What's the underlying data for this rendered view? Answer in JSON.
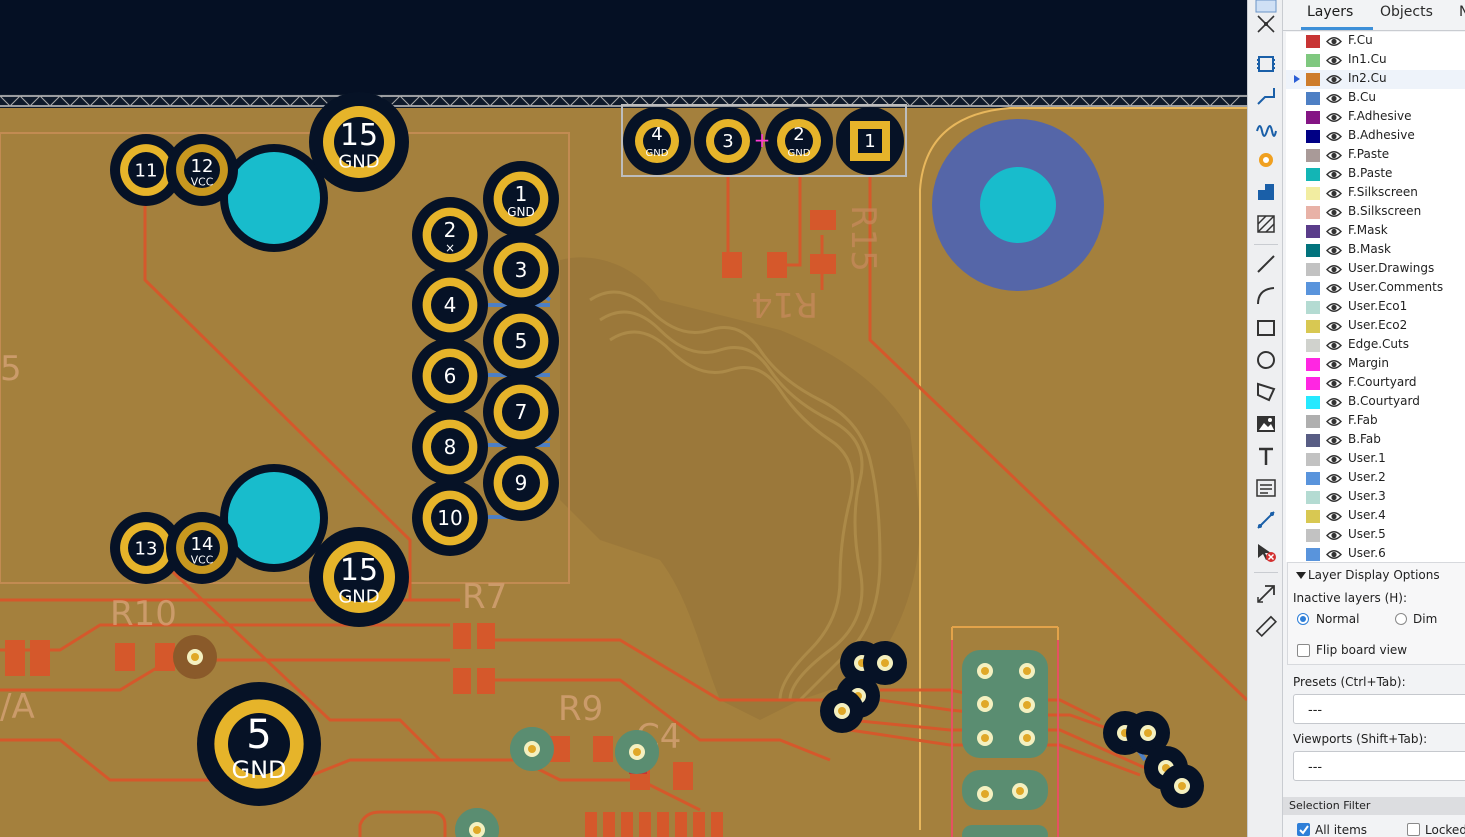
{
  "panel": {
    "tabs": [
      {
        "label": "Layers"
      },
      {
        "label": "Objects"
      },
      {
        "label": "N"
      }
    ],
    "layers": [
      {
        "name": "F.Cu",
        "color": "#c83434"
      },
      {
        "name": "In1.Cu",
        "color": "#7fc87f"
      },
      {
        "name": "In2.Cu",
        "color": "#ce7d2c",
        "selected": true
      },
      {
        "name": "B.Cu",
        "color": "#4d7fc4"
      },
      {
        "name": "F.Adhesive",
        "color": "#841584"
      },
      {
        "name": "B.Adhesive",
        "color": "#000085"
      },
      {
        "name": "F.Paste",
        "color": "#a99a98"
      },
      {
        "name": "B.Paste",
        "color": "#13b5b5"
      },
      {
        "name": "F.Silkscreen",
        "color": "#f2eda1"
      },
      {
        "name": "B.Silkscreen",
        "color": "#e8b2a7"
      },
      {
        "name": "F.Mask",
        "color": "#5a3c8a"
      },
      {
        "name": "B.Mask",
        "color": "#02737d"
      },
      {
        "name": "User.Drawings",
        "color": "#c2c2c2"
      },
      {
        "name": "User.Comments",
        "color": "#5994dc"
      },
      {
        "name": "User.Eco1",
        "color": "#b4dbd2"
      },
      {
        "name": "User.Eco2",
        "color": "#d8c852"
      },
      {
        "name": "Edge.Cuts",
        "color": "#d0d2cd"
      },
      {
        "name": "Margin",
        "color": "#ff26e2"
      },
      {
        "name": "F.Courtyard",
        "color": "#ff26e2"
      },
      {
        "name": "B.Courtyard",
        "color": "#26e9ff"
      },
      {
        "name": "F.Fab",
        "color": "#afafaf"
      },
      {
        "name": "B.Fab",
        "color": "#585d84"
      },
      {
        "name": "User.1",
        "color": "#c2c2c2"
      },
      {
        "name": "User.2",
        "color": "#5994dc"
      },
      {
        "name": "User.3",
        "color": "#b4dbd2"
      },
      {
        "name": "User.4",
        "color": "#d8c852"
      },
      {
        "name": "User.5",
        "color": "#c2c2c2"
      },
      {
        "name": "User.6",
        "color": "#5994dc"
      }
    ],
    "display_options": {
      "title": "Layer Display Options",
      "inactive_label": "Inactive layers (H):",
      "normal": "Normal",
      "dim": "Dim",
      "flip": "Flip board view"
    },
    "presets_label": "Presets (Ctrl+Tab):",
    "presets_value": "---",
    "viewports_label": "Viewports (Shift+Tab):",
    "viewports_value": "---",
    "selection_filter": {
      "title": "Selection Filter",
      "all_items": "All items",
      "locked": "Locked i"
    }
  },
  "pcb": {
    "connector_pins": [
      {
        "num": "11",
        "net": ""
      },
      {
        "num": "12",
        "net": "VCC"
      },
      {
        "num": "15",
        "net": "GND"
      },
      {
        "num": "1",
        "net": "GND"
      },
      {
        "num": "2",
        "net": "×"
      },
      {
        "num": "3",
        "net": ""
      },
      {
        "num": "4",
        "net": ""
      },
      {
        "num": "5",
        "net": ""
      },
      {
        "num": "6",
        "net": ""
      },
      {
        "num": "7",
        "net": ""
      },
      {
        "num": "8",
        "net": ""
      },
      {
        "num": "9",
        "net": ""
      },
      {
        "num": "10",
        "net": ""
      },
      {
        "num": "13",
        "net": ""
      },
      {
        "num": "14",
        "net": "VCC"
      },
      {
        "num": "15",
        "net": "GND"
      },
      {
        "num": "5",
        "net": "GND"
      }
    ],
    "header_pins": [
      {
        "num": "4",
        "net": "GND"
      },
      {
        "num": "3",
        "net": ""
      },
      {
        "num": "2",
        "net": "GND"
      },
      {
        "num": "1",
        "net": ""
      }
    ],
    "refs": [
      "R15",
      "R14",
      "R10",
      "R7",
      "R9",
      "C4"
    ]
  }
}
